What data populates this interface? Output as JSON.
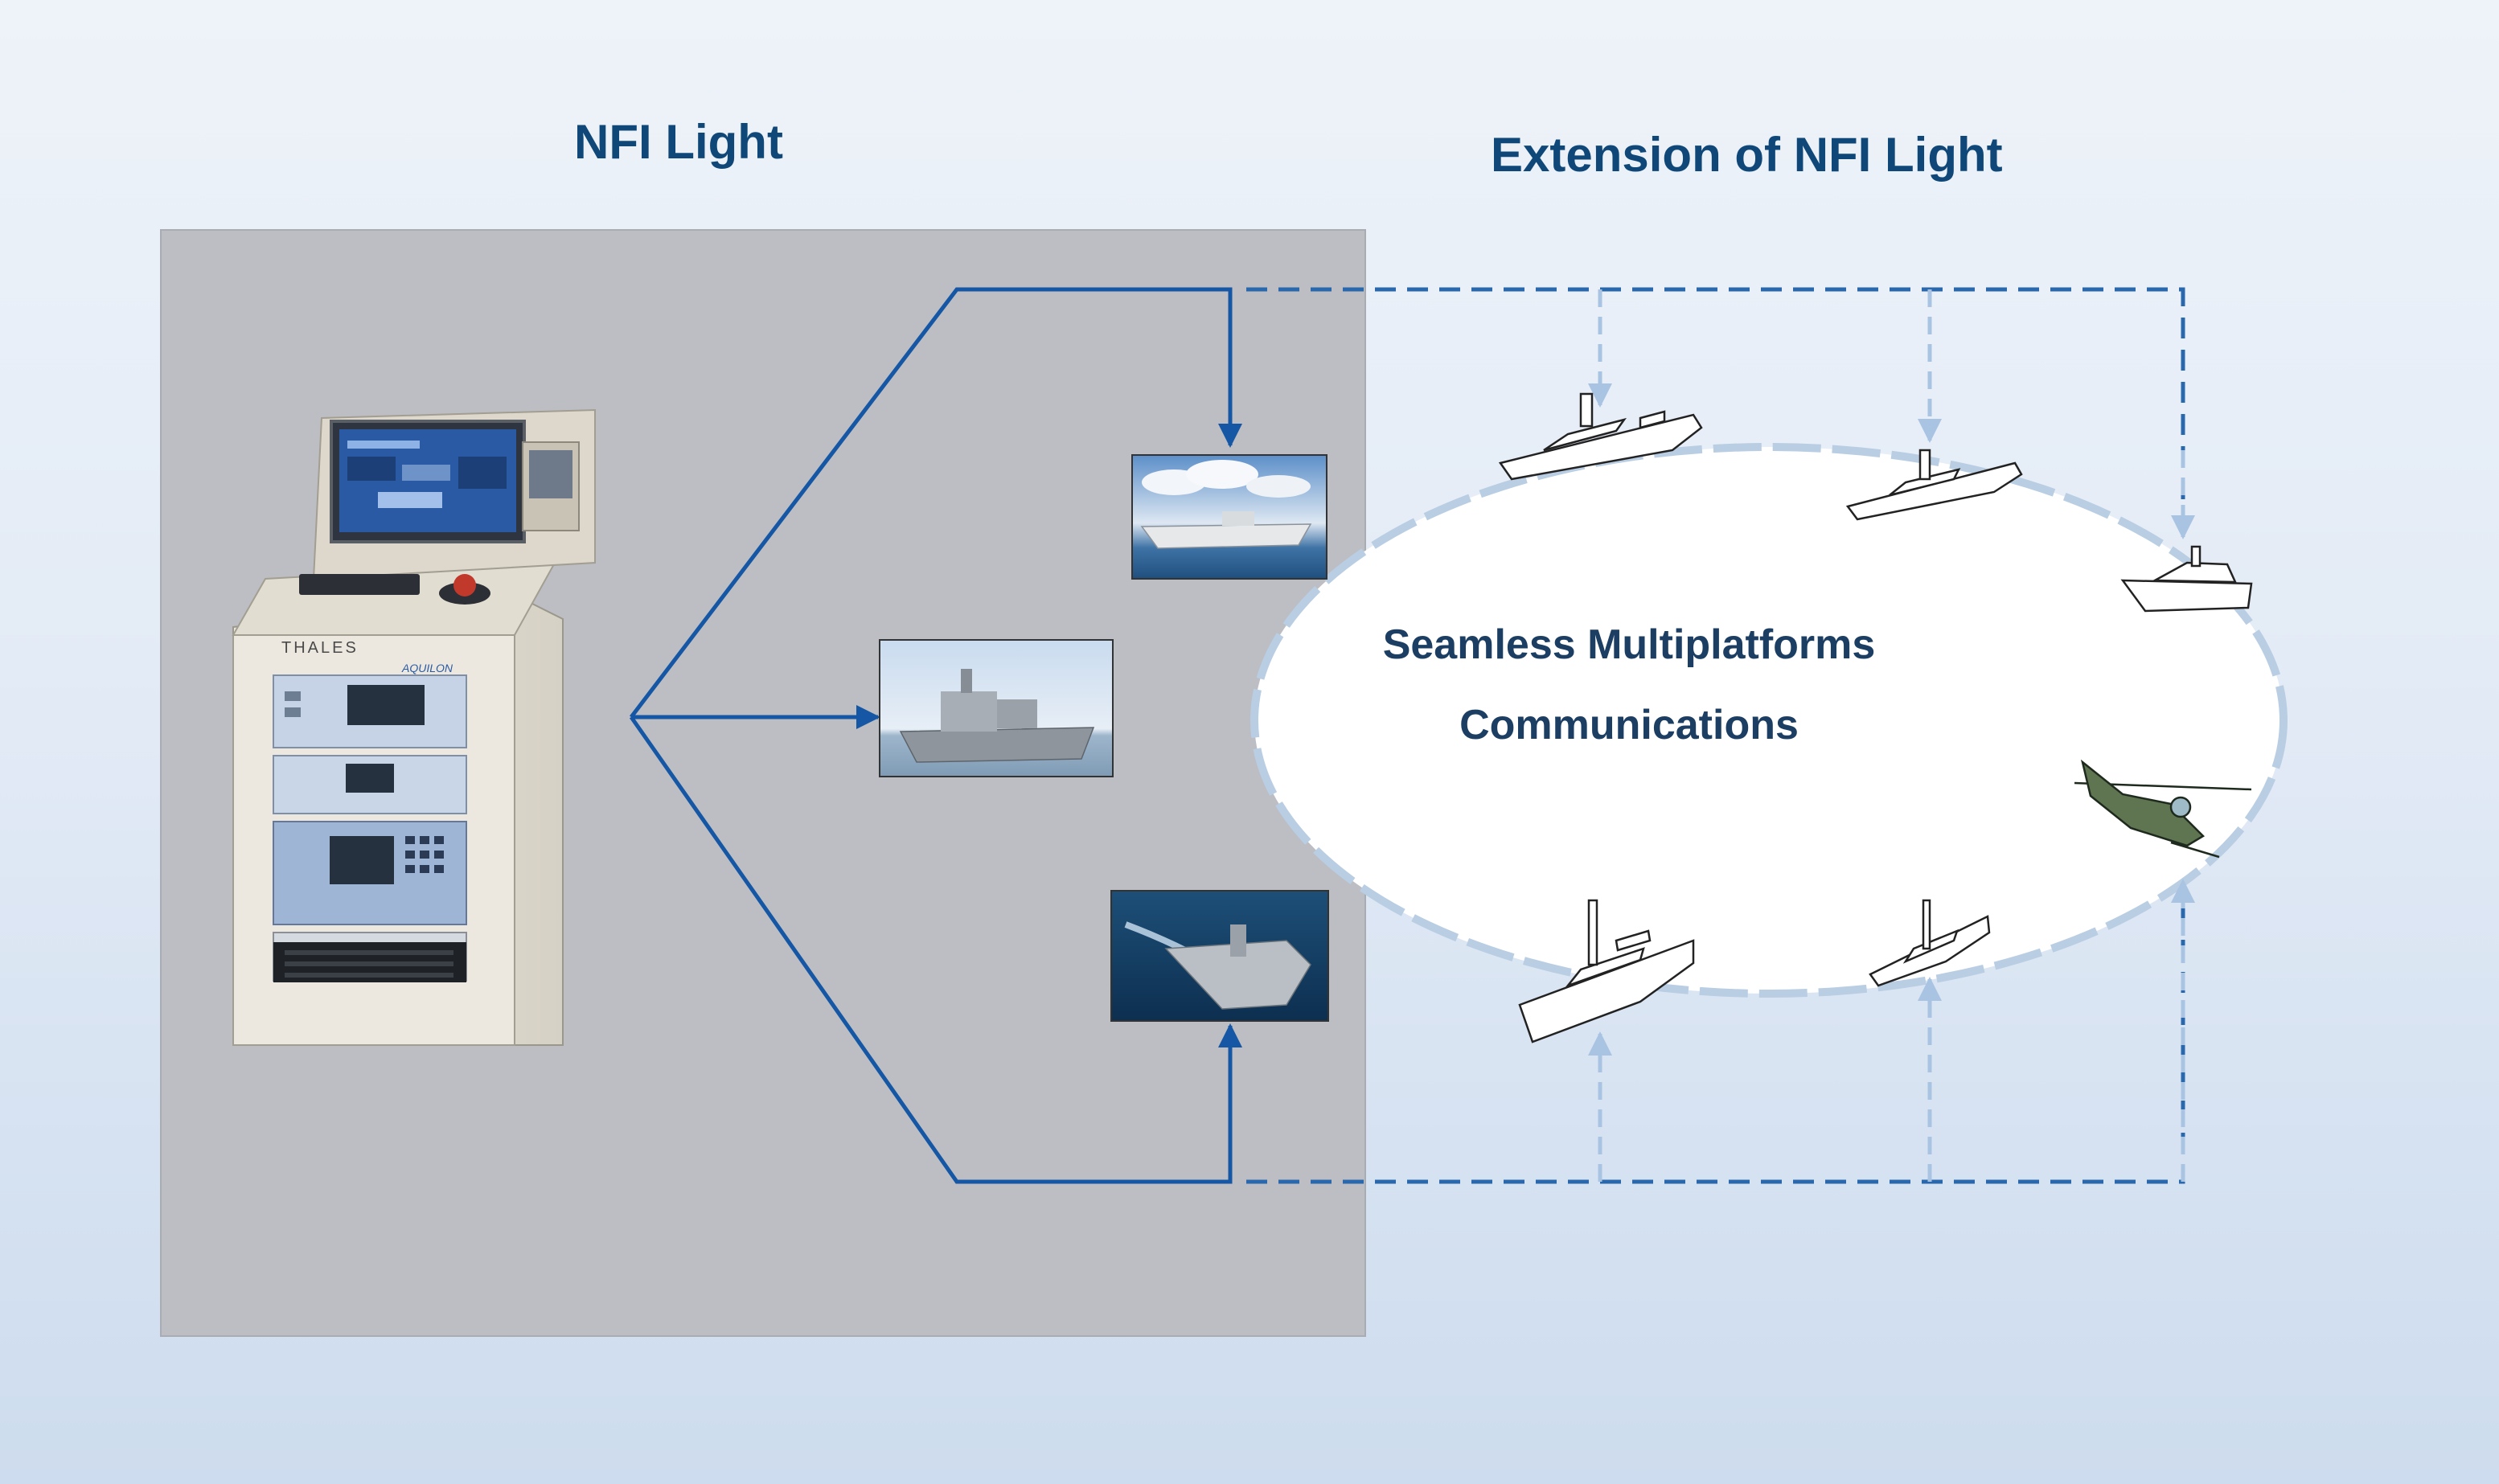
{
  "headings": {
    "left": "NFI Light",
    "right": "Extension of NFI Light"
  },
  "network": {
    "line1": "Seamless Multiplatforms",
    "line2": "Communications"
  },
  "console": {
    "brand": "THALES",
    "product": "AQUILON"
  },
  "colors": {
    "heading": "#0f4878",
    "link": "#1557a4",
    "dashed": "#2a68ad",
    "dashed_light": "#a9c4e2",
    "panel": "#bcbec3"
  }
}
